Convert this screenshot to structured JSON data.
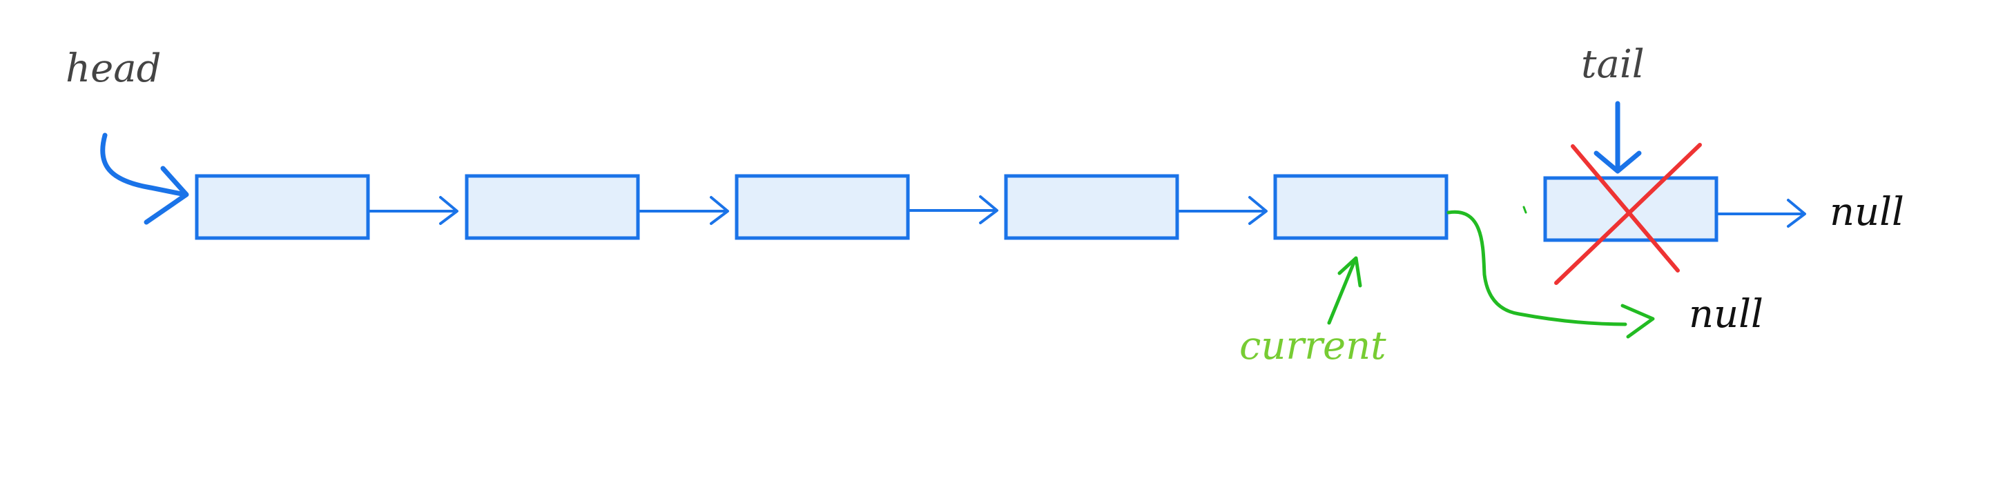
{
  "labels": {
    "head": "head",
    "tail": "tail",
    "current": "current",
    "null_tail": "null",
    "null_current": "null"
  },
  "colors": {
    "node_stroke": "#1a73e8",
    "node_fill": "#e3effc",
    "arrow": "#1a73e8",
    "current": "#22bb22",
    "current_label": "#77cc33",
    "cross": "#ee3333",
    "label_dark": "#444444",
    "label_black": "#111111"
  },
  "nodes": [
    {
      "id": "node-1",
      "removed": false
    },
    {
      "id": "node-2",
      "removed": false
    },
    {
      "id": "node-3",
      "removed": false
    },
    {
      "id": "node-4",
      "removed": false
    },
    {
      "id": "node-5",
      "removed": false
    },
    {
      "id": "node-6",
      "removed": true
    }
  ]
}
